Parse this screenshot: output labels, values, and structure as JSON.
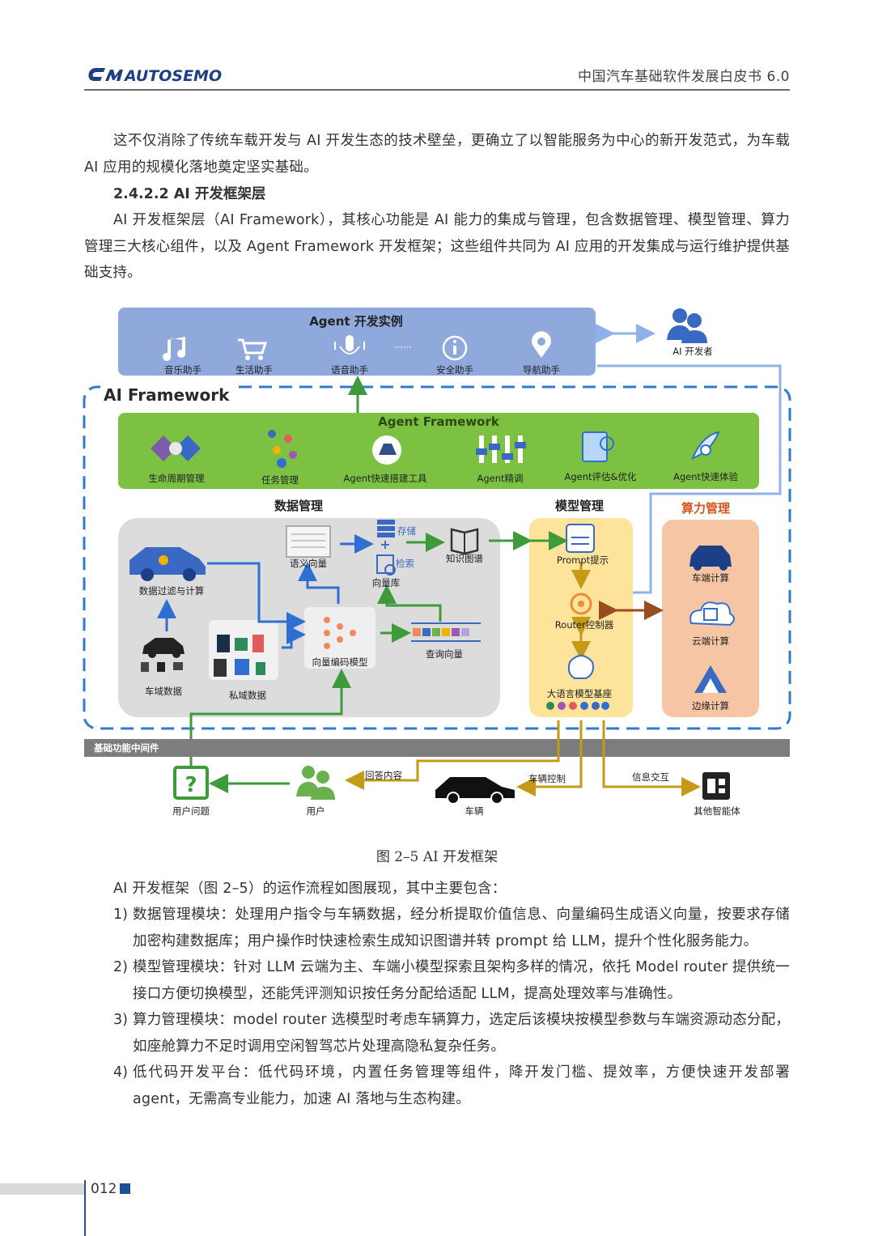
{
  "header": {
    "logo_text": "AUTOSEMO",
    "title": "中国汽车基础软件发展白皮书 6.0"
  },
  "body": {
    "p1": "这不仅消除了传统车载开发与 AI 开发生态的技术壁垒，更确立了以智能服务为中心的新开发范式，为车载 AI 应用的规模化落地奠定坚实基础。",
    "heading": "2.4.2.2 AI 开发框架层",
    "p2": "AI 开发框架层（AI Framework），其核心功能是 AI 能力的集成与管理，包含数据管理、模型管理、算力管理三大核心组件，以及 Agent Framework 开发框架；这些组件共同为 AI 应用的开发集成与运行维护提供基础支持。",
    "p3": "AI 开发框架（图 2–5）的运作流程如图展现，其中主要包含：",
    "list": [
      {
        "num": "1)",
        "text": "数据管理模块：处理用户指令与车辆数据，经分析提取价值信息、向量编码生成语义向量，按要求存储加密构建数据库；用户操作时快速检索生成知识图谱并转 prompt 给 LLM，提升个性化服务能力。"
      },
      {
        "num": "2)",
        "text": "模型管理模块：针对 LLM 云端为主、车端小模型探索且架构多样的情况，依托 Model router 提供统一接口方便切换模型，还能凭评测知识按任务分配给适配 LLM，提高处理效率与准确性。"
      },
      {
        "num": "3)",
        "text": "算力管理模块：model router 选模型时考虑车辆算力，选定后该模块按模型参数与车端资源动态分配，如座舱算力不足时调用空闲智驾芯片处理高隐私复杂任务。"
      },
      {
        "num": "4)",
        "text": "低代码开发平台：低代码环境，内置任务管理等组件，降开发门槛、提效率，方便快速开发部署 agent，无需高专业能力，加速 AI 落地与生态构建。"
      }
    ]
  },
  "figure": {
    "caption": "图 2–5 AI 开发框架",
    "agent_examples": {
      "title": "Agent 开发实例",
      "items": [
        "音乐助手",
        "生活助手",
        "语音助手",
        "安全助手",
        "导航助手"
      ],
      "ellipsis": "······"
    },
    "developer": "AI 开发者",
    "ai_framework_title": "AI Framework",
    "agent_framework": {
      "title": "Agent Framework",
      "items": [
        "生命周期管理",
        "任务管理",
        "Agent快速搭建工具",
        "Agent精调",
        "Agent评估&优化",
        "Agent快速体验"
      ]
    },
    "data_mgmt": {
      "title": "数据管理",
      "labels": {
        "filter": "数据过滤与计算",
        "vehicle_data": "车域数据",
        "private_data": "私域数据",
        "semantic_vector": "语义向量",
        "storage": "存储",
        "retrieval": "检索",
        "vector_db": "向量库",
        "knowledge_graph": "知识图谱",
        "encoder": "向量编码模型",
        "query_vector": "查询向量"
      }
    },
    "model_mgmt": {
      "title": "模型管理",
      "labels": {
        "prompt": "Prompt提示",
        "router": "Router控制器",
        "llm_base": "大语言模型基座"
      }
    },
    "compute_mgmt": {
      "title": "算力管理",
      "items": [
        "车端计算",
        "云端计算",
        "边缘计算"
      ]
    },
    "middleware": "基础功能中间件",
    "bottom": {
      "user_question": "用户问题",
      "user": "用户",
      "answer": "回答内容",
      "vehicle": "车辆",
      "vehicle_control": "车辆控制",
      "info_exchange": "信息交互",
      "other_agents": "其他智能体"
    },
    "colors": {
      "agent_box": "#8fa9dd",
      "agent_framework": "#7cc142",
      "data_mgmt_bg": "#dcdcdc",
      "model_mgmt_bg": "#fde49a",
      "compute_bg": "#f6c5a3",
      "arrow_green": "#3f9a3a",
      "arrow_blue": "#2e6fd1",
      "arrow_gold": "#c49a16",
      "arrow_brown": "#9a4c1e",
      "dashed_border": "#2e7bd1",
      "middleware": "#7d7d7d"
    }
  },
  "footer": {
    "page_number": "012"
  }
}
